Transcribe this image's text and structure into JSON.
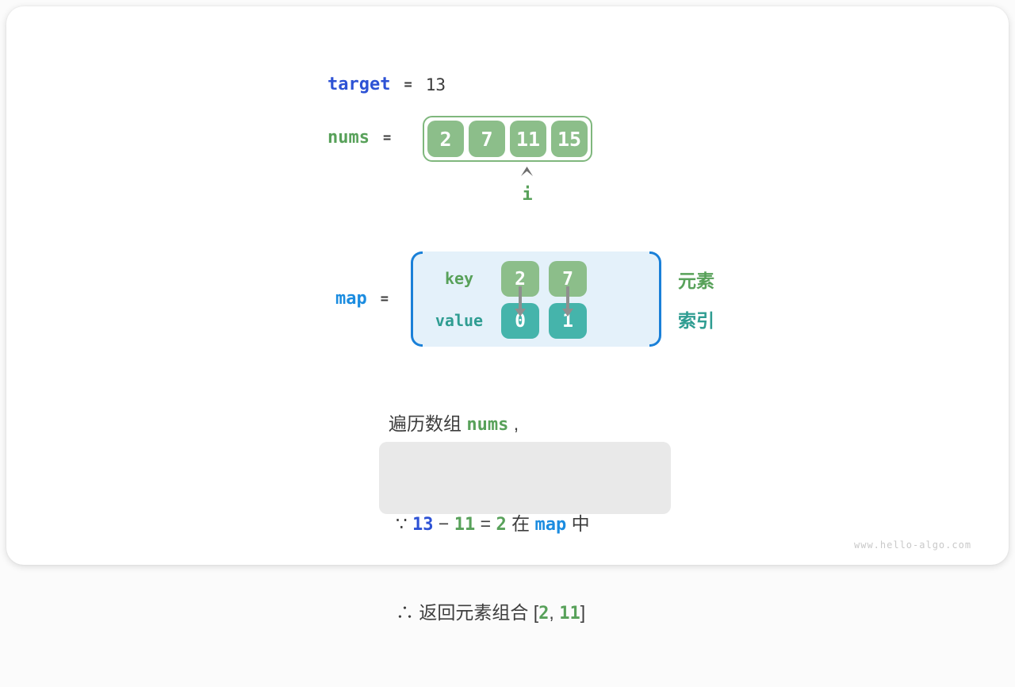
{
  "target_line": {
    "keyword": "target",
    "equals": "=",
    "value": "13"
  },
  "nums_line": {
    "keyword": "nums",
    "equals": "="
  },
  "nums_array": {
    "values": [
      "2",
      "7",
      "11",
      "15"
    ],
    "pointer_label": "i"
  },
  "map_line": {
    "keyword": "map",
    "equals": "="
  },
  "map_table": {
    "key_label": "key",
    "value_label": "value",
    "keys": [
      "2",
      "7"
    ],
    "values": [
      "0",
      "1"
    ]
  },
  "side_labels": {
    "element": "元素",
    "index": "索引"
  },
  "caption": {
    "segments": [
      {
        "t": "遍历数组 "
      },
      {
        "t": "nums"
      },
      {
        "t": " ,"
      }
    ]
  },
  "conclusion": {
    "line1": [
      {
        "t": "∵ "
      },
      {
        "t": "13"
      },
      {
        "t": " − "
      },
      {
        "t": "11"
      },
      {
        "t": " = "
      },
      {
        "t": "2"
      },
      {
        "t": " 在 "
      },
      {
        "t": "map"
      },
      {
        "t": " 中"
      }
    ],
    "line2": [
      {
        "t": "∴ 返回元素组合 ["
      },
      {
        "t": "2"
      },
      {
        "t": ", "
      },
      {
        "t": "11"
      },
      {
        "t": "]"
      }
    ]
  },
  "watermark": "www.hello-algo.com",
  "colors": {
    "royal_blue": "#2d52d5",
    "azure_blue": "#1b8ce0",
    "green_text": "#58a15a",
    "teal_text": "#2f9d93",
    "green_fill": "#8cbe8a",
    "teal_fill": "#45b4ab",
    "map_bg": "#e4f1fa",
    "bracket_blue": "#1a80d8",
    "conclusion_bg": "#e9e9e9"
  }
}
